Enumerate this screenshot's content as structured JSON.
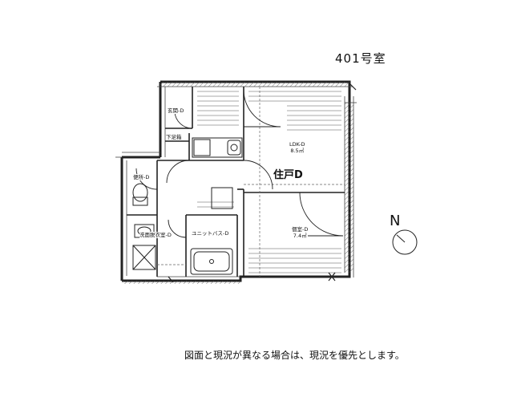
{
  "header": {
    "room_number": "401号室"
  },
  "plan": {
    "unit_label": "住戸D",
    "rooms": {
      "entrance": "玄関-D",
      "shoe_box": "下足箱",
      "toilet": "便所-D",
      "washroom": "洗面脱衣室-D",
      "unit_bath": "ユニットバス-D",
      "ldk": "LDK-D",
      "ldk_area": "8.5㎡",
      "bedroom": "個室-D",
      "bedroom_area": "7.4㎡"
    }
  },
  "compass": {
    "label": "N"
  },
  "footer": {
    "disclaimer": "図面と現況が異なる場合は、現況を優先とします。"
  }
}
